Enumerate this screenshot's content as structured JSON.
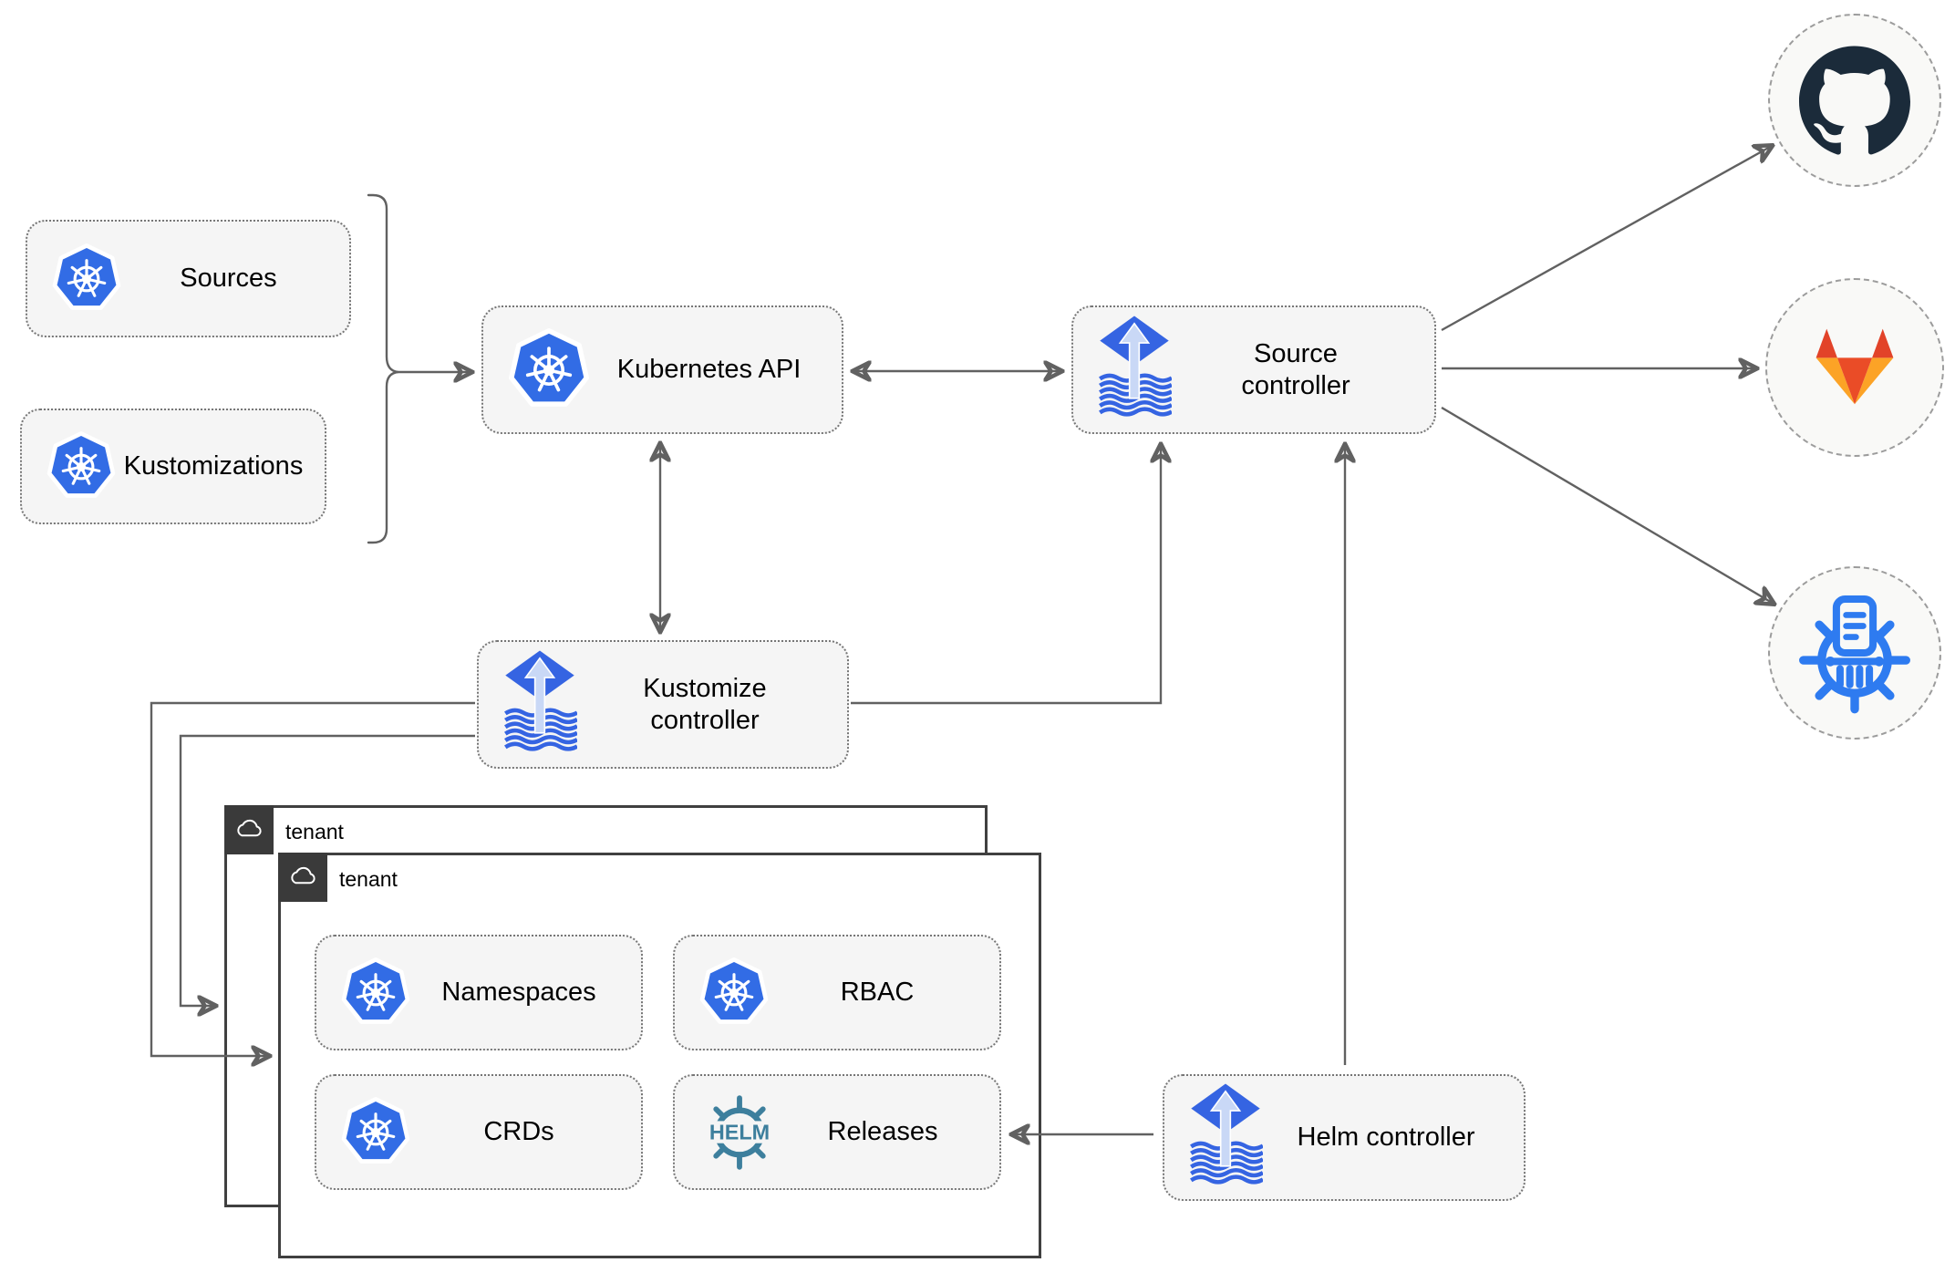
{
  "nodes": {
    "sources": {
      "label": "Sources",
      "icon": "kubernetes-icon"
    },
    "kustomizations": {
      "label": "Kustomizations",
      "icon": "kubernetes-icon"
    },
    "kubernetes_api": {
      "label": "Kubernetes API",
      "icon": "kubernetes-icon"
    },
    "source_controller": {
      "label": "Source controller",
      "icon": "flux-icon"
    },
    "kustomize_controller": {
      "label": "Kustomize controller",
      "icon": "flux-icon"
    },
    "helm_controller": {
      "label": "Helm controller",
      "icon": "flux-icon"
    },
    "namespaces": {
      "label": "Namespaces",
      "icon": "kubernetes-icon"
    },
    "rbac": {
      "label": "RBAC",
      "icon": "kubernetes-icon"
    },
    "crds": {
      "label": "CRDs",
      "icon": "kubernetes-icon"
    },
    "releases": {
      "label": "Releases",
      "icon": "helm-icon"
    }
  },
  "tenants": {
    "outer": {
      "label": "tenant",
      "icon": "cloud-icon"
    },
    "inner": {
      "label": "tenant",
      "icon": "cloud-icon"
    }
  },
  "endpoints": {
    "github": {
      "icon": "github-icon"
    },
    "gitlab": {
      "icon": "gitlab-icon"
    },
    "registry": {
      "icon": "registry-icon"
    }
  },
  "helm_logo_text": "HELM",
  "colors": {
    "kubernetes_blue": "#326ce5",
    "flux_blue": "#3564e2",
    "flux_arrow_light": "#c9d8f6",
    "helm_teal": "#3d7f9d",
    "registry_blue": "#2e7bf0",
    "github_dark": "#1b2b3a",
    "gitlab_red": "#e24329",
    "gitlab_center": "#ea4c27",
    "gitlab_amber": "#fca326",
    "edge_gray": "#616161",
    "node_fill": "#f5f5f5",
    "tenant_border": "#404040",
    "tenant_tab": "#3a3a3a"
  }
}
